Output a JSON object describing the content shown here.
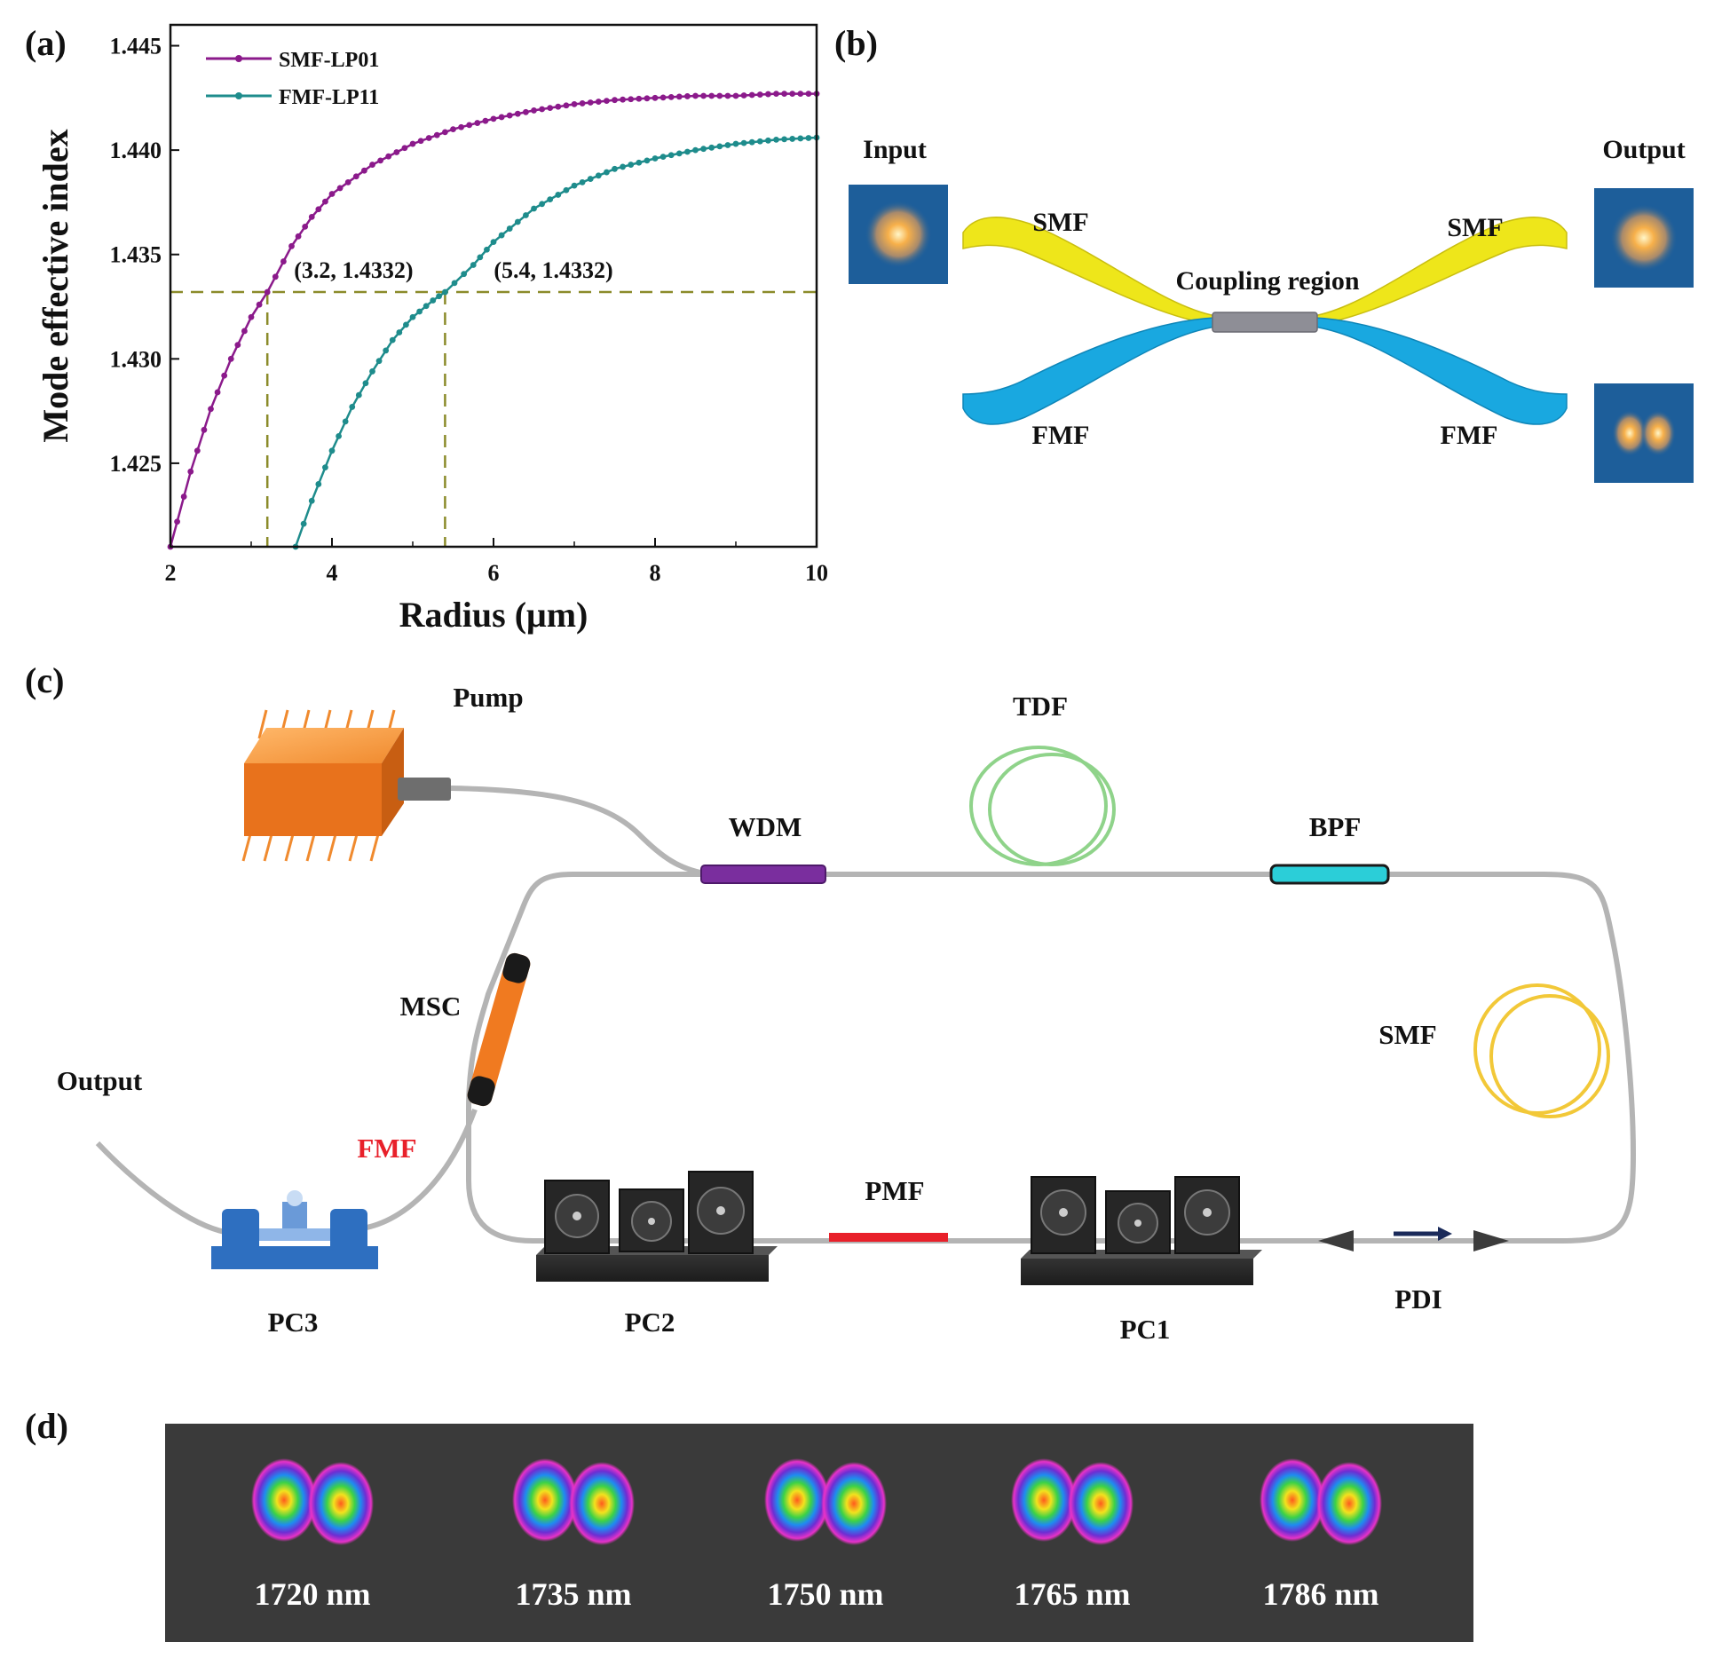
{
  "panels": {
    "a": "(a)",
    "b": "(b)",
    "c": "(c)",
    "d": "(d)"
  },
  "colors": {
    "smf_curve": "#8B1A8B",
    "fmf_curve": "#1E8C8C",
    "guide": "#8B8B2A",
    "smf_arm": "#EEE61A",
    "fmf_arm": "#19A8E0",
    "coupler": "#8E8E96",
    "pmf": "#E8202A",
    "fmf_text": "#E8202A",
    "wdm": "#7A2E9E",
    "bpf": "#2BCED8",
    "pump": "#F08A2E",
    "tdf": "#8FD38A",
    "smf_coil": "#F2C838",
    "msc": "#F07A20",
    "pc3": "#2E6FC0",
    "fiber": "#B4B4B4",
    "panel_d_bg": "#3A3A3A"
  },
  "chart_data": {
    "type": "line",
    "xlabel": "Radius (μm)",
    "ylabel": "Mode effective index",
    "xlim": [
      2,
      10
    ],
    "ylim": [
      1.421,
      1.446
    ],
    "xticks": [
      "2",
      "4",
      "6",
      "8",
      "10"
    ],
    "yticks": [
      "1.425",
      "1.430",
      "1.435",
      "1.440",
      "1.445"
    ],
    "ytick_values": [
      1.425,
      1.43,
      1.435,
      1.44,
      1.445
    ],
    "xtick_values": [
      2,
      4,
      6,
      8,
      10
    ],
    "grid": false,
    "legend_position": "top-left",
    "series": [
      {
        "name": "SMF-LP01",
        "x": [
          2.0,
          2.25,
          2.5,
          2.75,
          3.0,
          3.2,
          3.5,
          3.75,
          4.0,
          4.5,
          5.0,
          5.5,
          6.0,
          6.5,
          7.0,
          7.5,
          8.0,
          8.5,
          9.0,
          9.5,
          10.0
        ],
        "y": [
          1.421,
          1.4246,
          1.4276,
          1.43,
          1.432,
          1.4332,
          1.4354,
          1.4368,
          1.4379,
          1.4393,
          1.4403,
          1.441,
          1.4415,
          1.4419,
          1.4422,
          1.4424,
          1.4425,
          1.4426,
          1.4426,
          1.4427,
          1.4427
        ]
      },
      {
        "name": "FMF-LP11",
        "x": [
          3.55,
          3.75,
          4.0,
          4.25,
          4.5,
          4.75,
          5.0,
          5.25,
          5.4,
          5.75,
          6.0,
          6.5,
          7.0,
          7.5,
          8.0,
          8.5,
          9.0,
          9.5,
          10.0
        ],
        "y": [
          1.421,
          1.4232,
          1.4256,
          1.4277,
          1.4294,
          1.4309,
          1.432,
          1.4328,
          1.4332,
          1.4345,
          1.4356,
          1.4372,
          1.4383,
          1.4391,
          1.4396,
          1.44,
          1.4403,
          1.4405,
          1.4406
        ]
      }
    ],
    "annotations": [
      {
        "x": 3.2,
        "y": 1.4332,
        "text": "(3.2, 1.4332)"
      },
      {
        "x": 5.4,
        "y": 1.4332,
        "text": "(5.4, 1.4332)"
      }
    ]
  },
  "panel_b": {
    "input": "Input",
    "output": "Output",
    "smf_left": "SMF",
    "smf_right": "SMF",
    "fmf_left": "FMF",
    "fmf_right": "FMF",
    "coupling": "Coupling region"
  },
  "panel_c": {
    "pump": "Pump",
    "tdf": "TDF",
    "wdm": "WDM",
    "bpf": "BPF",
    "msc": "MSC",
    "smf": "SMF",
    "output": "Output",
    "fmf": "FMF",
    "pmf": "PMF",
    "pc1": "PC1",
    "pc2": "PC2",
    "pc3": "PC3",
    "pdi": "PDI"
  },
  "panel_d": {
    "wavelengths": [
      "1720 nm",
      "1735 nm",
      "1750 nm",
      "1765 nm",
      "1786 nm"
    ]
  }
}
